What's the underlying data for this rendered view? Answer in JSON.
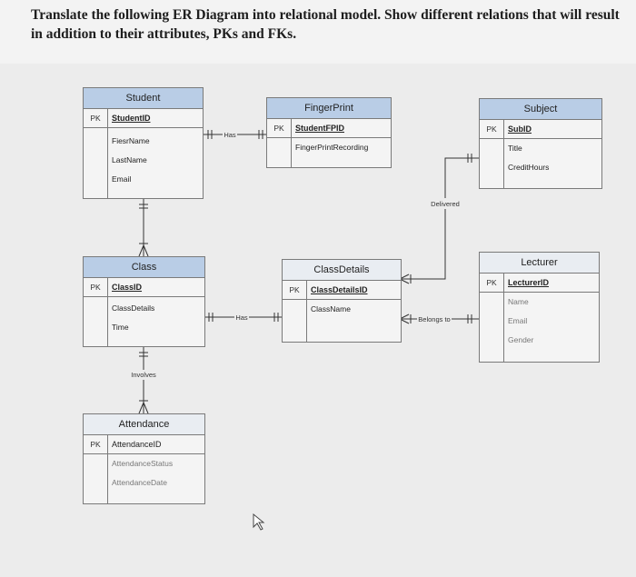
{
  "question": "Translate the following ER Diagram into relational model. Show different relations that will result in addition to their attributes, PKs and FKs.",
  "pk_label": "PK",
  "entities": {
    "student": {
      "title": "Student",
      "pk": "StudentID",
      "attrs": [
        "FiesrName",
        "LastName",
        "Email"
      ]
    },
    "fingerprint": {
      "title": "FingerPrint",
      "pk": "StudentFPID",
      "attrs": [
        "FingerPrintRecording"
      ]
    },
    "subject": {
      "title": "Subject",
      "pk": "SubID",
      "attrs": [
        "Title",
        "CreditHours"
      ]
    },
    "class": {
      "title": "Class",
      "pk": "ClassID",
      "attrs": [
        "ClassDetails",
        "Time"
      ]
    },
    "classdetails": {
      "title": "ClassDetails",
      "pk": "ClassDetailsID",
      "attrs": [
        "ClassName"
      ]
    },
    "lecturer": {
      "title": "Lecturer",
      "pk": "LecturerID",
      "attrs": [
        "Name",
        "Email",
        "Gender"
      ]
    },
    "attendance": {
      "title": "Attendance",
      "pk": "AttendanceID",
      "attrs": [
        "AttendanceStatus",
        "AttendanceDate"
      ]
    }
  },
  "relationships": {
    "student_fingerprint": "Has",
    "class_classdetails": "Has",
    "classdetails_lecturer": "Belongs to",
    "classdetails_subject": "Delivered",
    "class_attendance": "Involves"
  }
}
